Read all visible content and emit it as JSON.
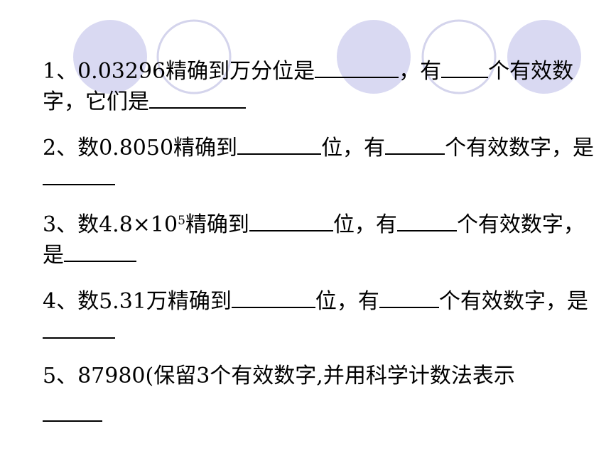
{
  "questions": [
    {
      "p1": "1、0.03296精确到万分位是",
      "p2": "，有",
      "p3": "个有效数字，它们是"
    },
    {
      "p1": "2、数0.8050精确到",
      "p2": "位，有",
      "p3": "个有效数字，是"
    },
    {
      "p1": "3、数4.8×10",
      "exp": "5",
      "p2": "精确到",
      "p3": "位，有",
      "p4": "个有效数字，是"
    },
    {
      "p1": "4、数5.31万精确到",
      "p2": "位，有",
      "p3": "个有效数字，是"
    },
    {
      "p1": "5、87980(保留3个有效数字,并用科学计数法表示"
    }
  ],
  "colors": {
    "circle_fill": "#d9d9f2",
    "circle_outline": "#d4d4ec",
    "text": "#000000"
  }
}
